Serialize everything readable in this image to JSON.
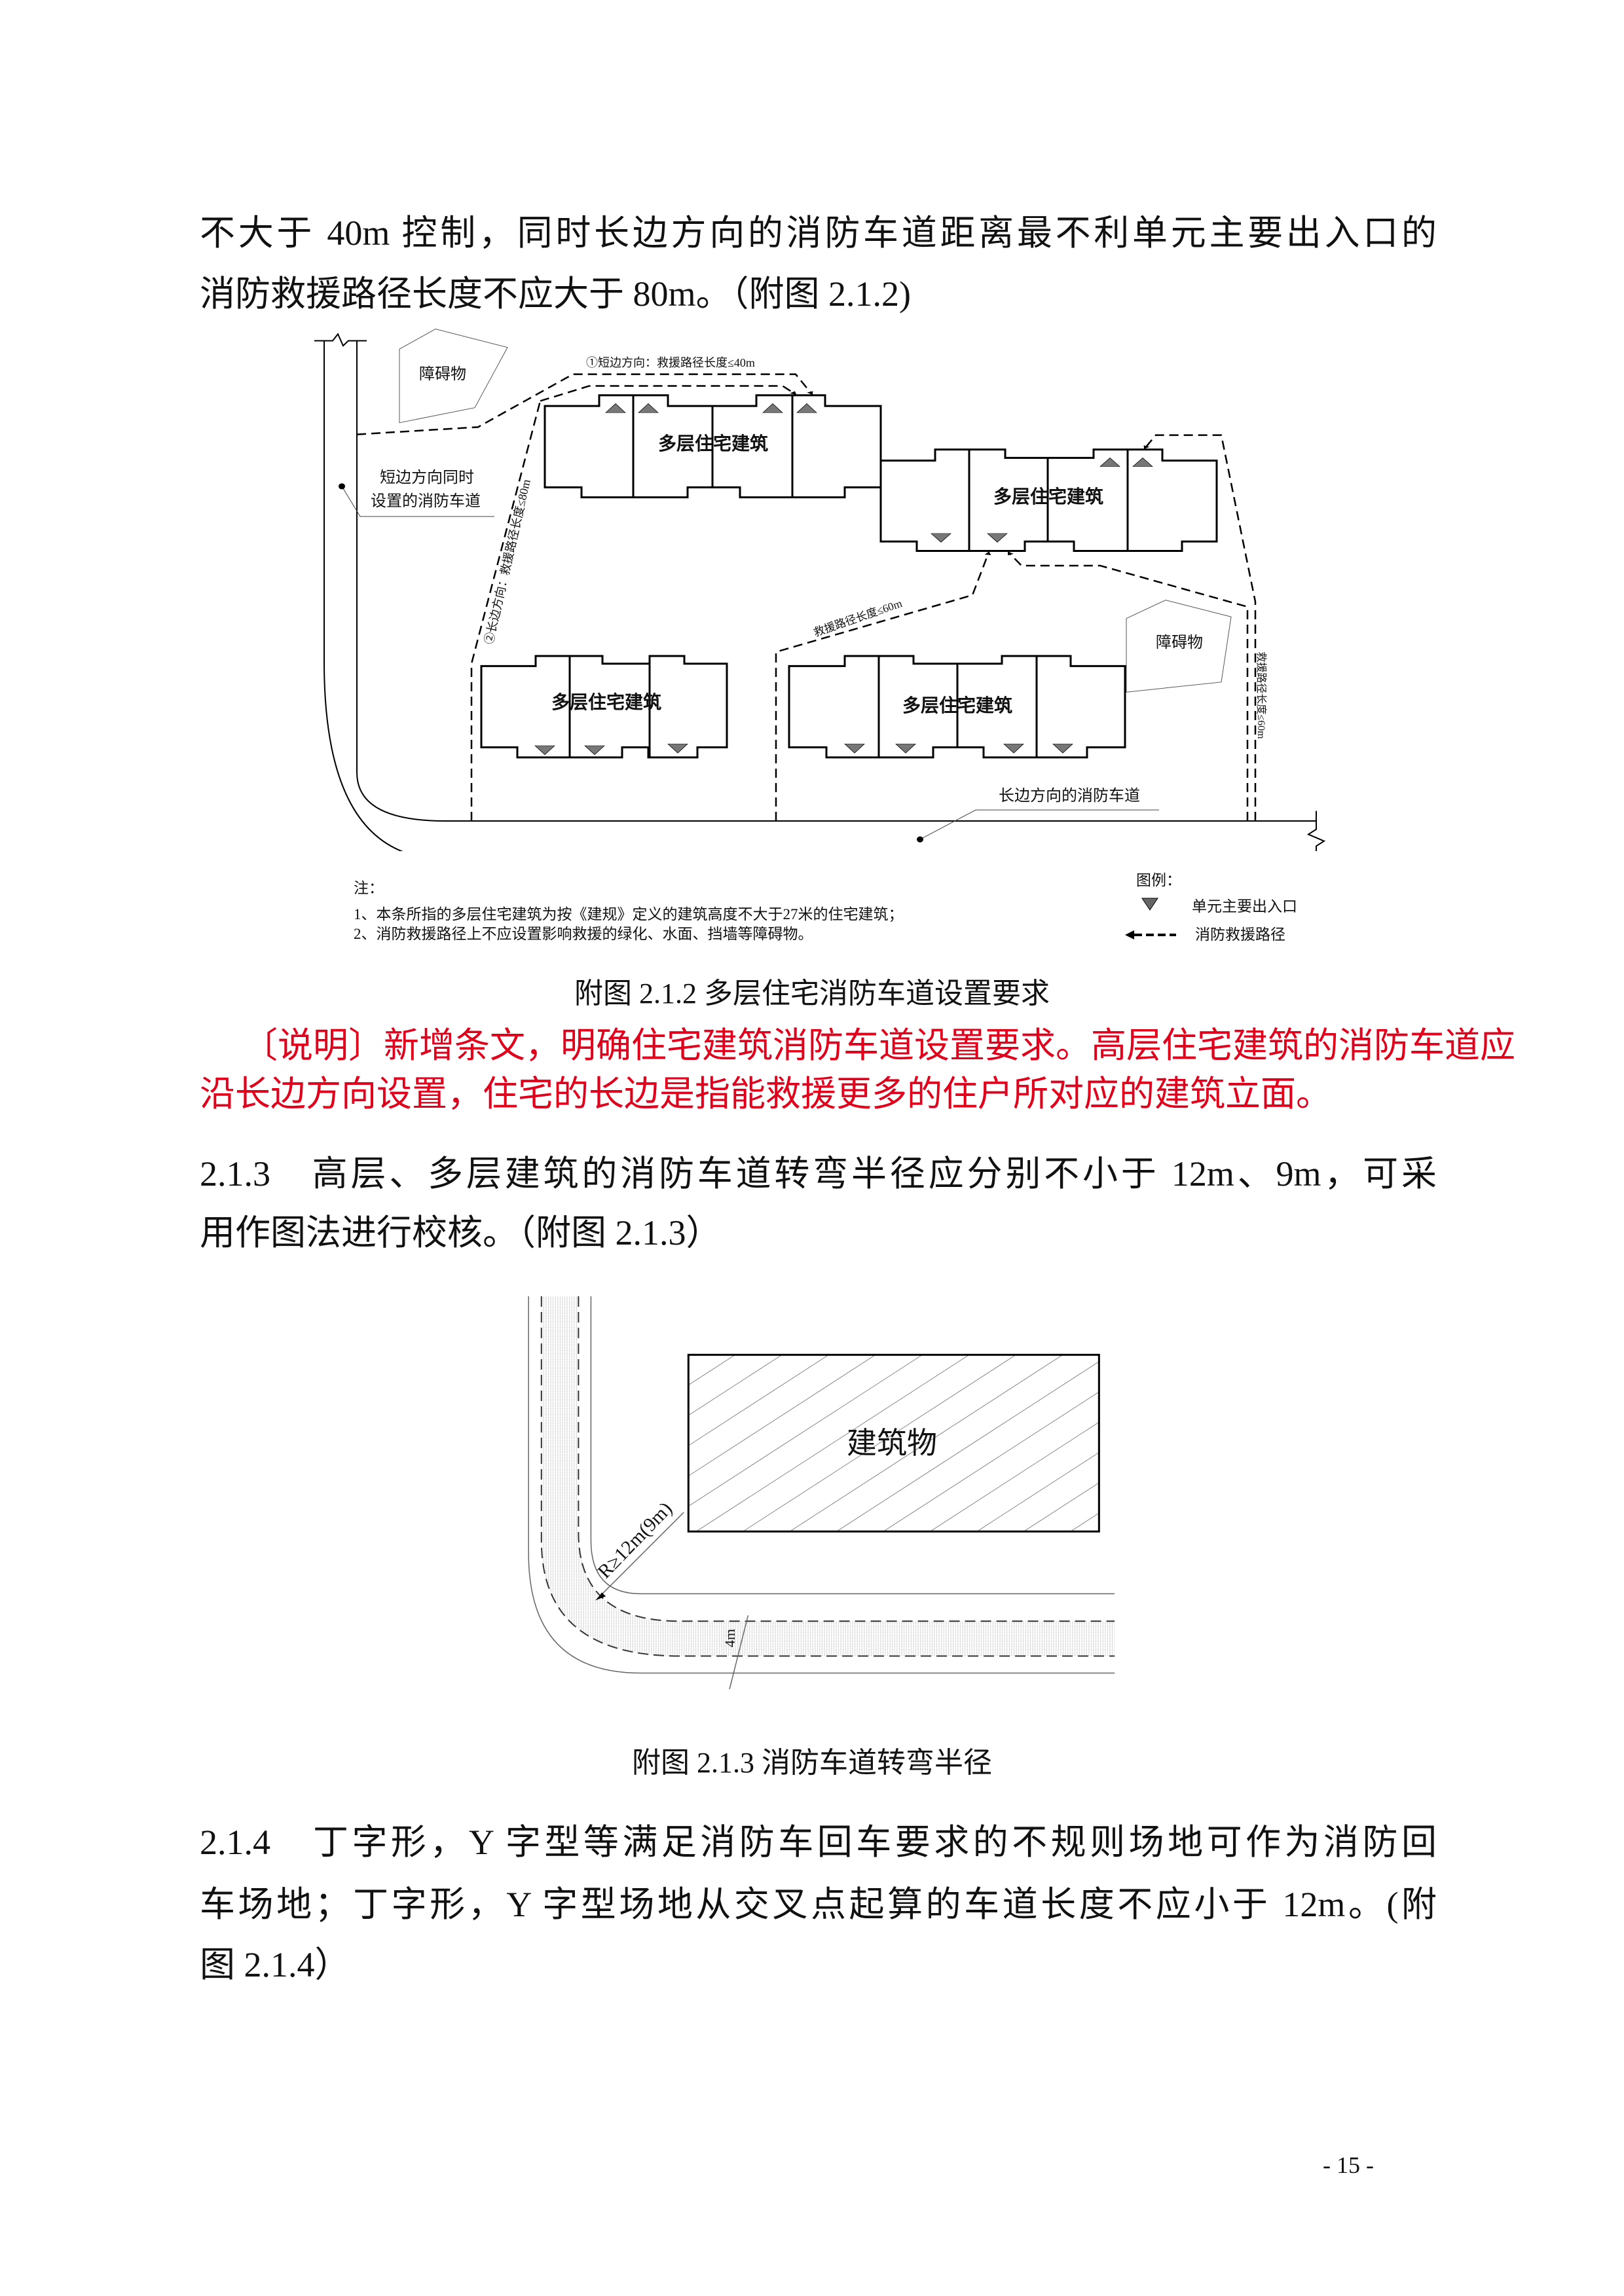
{
  "paragraph_top": {
    "lines": [
      "不大于 40m 控制，同时长边方向的消防车道距离最不利单元主要出入口的",
      "消防救援路径长度不应大于 80m。（附图 2.1.2)"
    ]
  },
  "figure_212": {
    "labels": {
      "obstacle_1": "障碍物",
      "obstacle_2": "障碍物",
      "short_side_path": "①短边方向：救援路径长度≤40m",
      "long_side_path": "②长边方向：救援路径长度≤80m",
      "rescue_path_60_a": "救援路径长度≤60m",
      "rescue_path_60_b": "救援路径长度≤60m",
      "short_side_road_1": "短边方向同时",
      "short_side_road_2": "设置的消防车道",
      "long_side_road": "长边方向的消防车道",
      "building_1": "多层住宅建筑",
      "building_2": "多层住宅建筑",
      "building_3": "多层住宅建筑",
      "building_4": "多层住宅建筑"
    },
    "notes": {
      "title": "注：",
      "items": [
        "1、本条所指的多层住宅建筑为按《建规》定义的建筑高度不大于27米的住宅建筑；",
        "2、消防救援路径上不应设置影响救援的绿化、水面、挡墙等障碍物。"
      ]
    },
    "legend": {
      "title": "图例：",
      "entrance": "单元主要出入口",
      "rescue_path": "消防救援路径"
    },
    "caption": "附图 2.1.2  多层住宅消防车道设置要求"
  },
  "explanation": {
    "lines": [
      "〔说明〕新增条文，明确住宅建筑消防车道设置要求。高层住宅建筑的消防车道应",
      "沿长边方向设置，住宅的长边是指能救援更多的住户所对应的建筑立面。"
    ],
    "color": "#e0001b"
  },
  "clause_213": {
    "lines": [
      "2.1.3　高层、多层建筑的消防车道转弯半径应分别不小于 12m、9m，可采",
      "用作图法进行校核。（附图 2.1.3）"
    ]
  },
  "figure_213": {
    "building_label": "建筑物",
    "radius_label": "R≥12m(9m)",
    "width_label": "4m",
    "caption": "附图 2.1.3  消防车道转弯半径"
  },
  "clause_214": {
    "lines": [
      "2.1.4　丁字形，Y 字型等满足消防车回车要求的不规则场地可作为消防回",
      "车场地；丁字形，Y 字型场地从交叉点起算的车道长度不应小于 12m。(附",
      "图 2.1.4）"
    ]
  },
  "page_number": "- 15 -"
}
